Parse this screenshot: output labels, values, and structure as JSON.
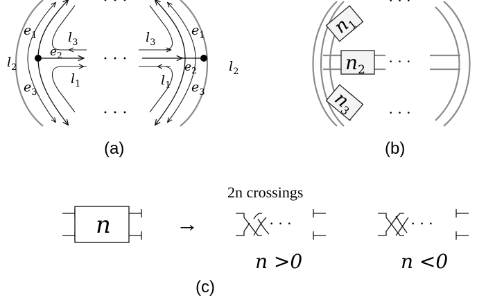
{
  "panel_a": {
    "caption": "(a)",
    "left": {
      "e1": "e",
      "e1_sub": "1",
      "e2": "e",
      "e2_sub": "2",
      "e3": "e",
      "e3_sub": "3",
      "l1": "l",
      "l1_sub": "1",
      "l2": "l",
      "l2_sub": "2",
      "l3": "l",
      "l3_sub": "3"
    },
    "right": {
      "e1": "e",
      "e1_sub": "1",
      "e2": "e",
      "e2_sub": "2",
      "e3": "e",
      "e3_sub": "3",
      "l1": "l",
      "l1_sub": "1",
      "l2": "l",
      "l2_sub": "2",
      "l3": "l",
      "l3_sub": "3"
    },
    "dots_top": "· · ·",
    "dots_mid": "· · ·",
    "dots_bottom": "· · ·"
  },
  "panel_b": {
    "caption": "(b)",
    "box1": "n",
    "box1_sub": "1",
    "box2": "n",
    "box2_sub": "2",
    "box3": "n",
    "box3_sub": "3",
    "dots_top": "· · ·",
    "dots_mid": "· · ·",
    "dots_bottom": "· · ·"
  },
  "panel_c": {
    "caption": "(c)",
    "box_label": "n",
    "arrow": "→",
    "crossings_label": "2n crossings",
    "pos_label": "n >0",
    "neg_label": "n <0",
    "dots": "· · ·"
  }
}
